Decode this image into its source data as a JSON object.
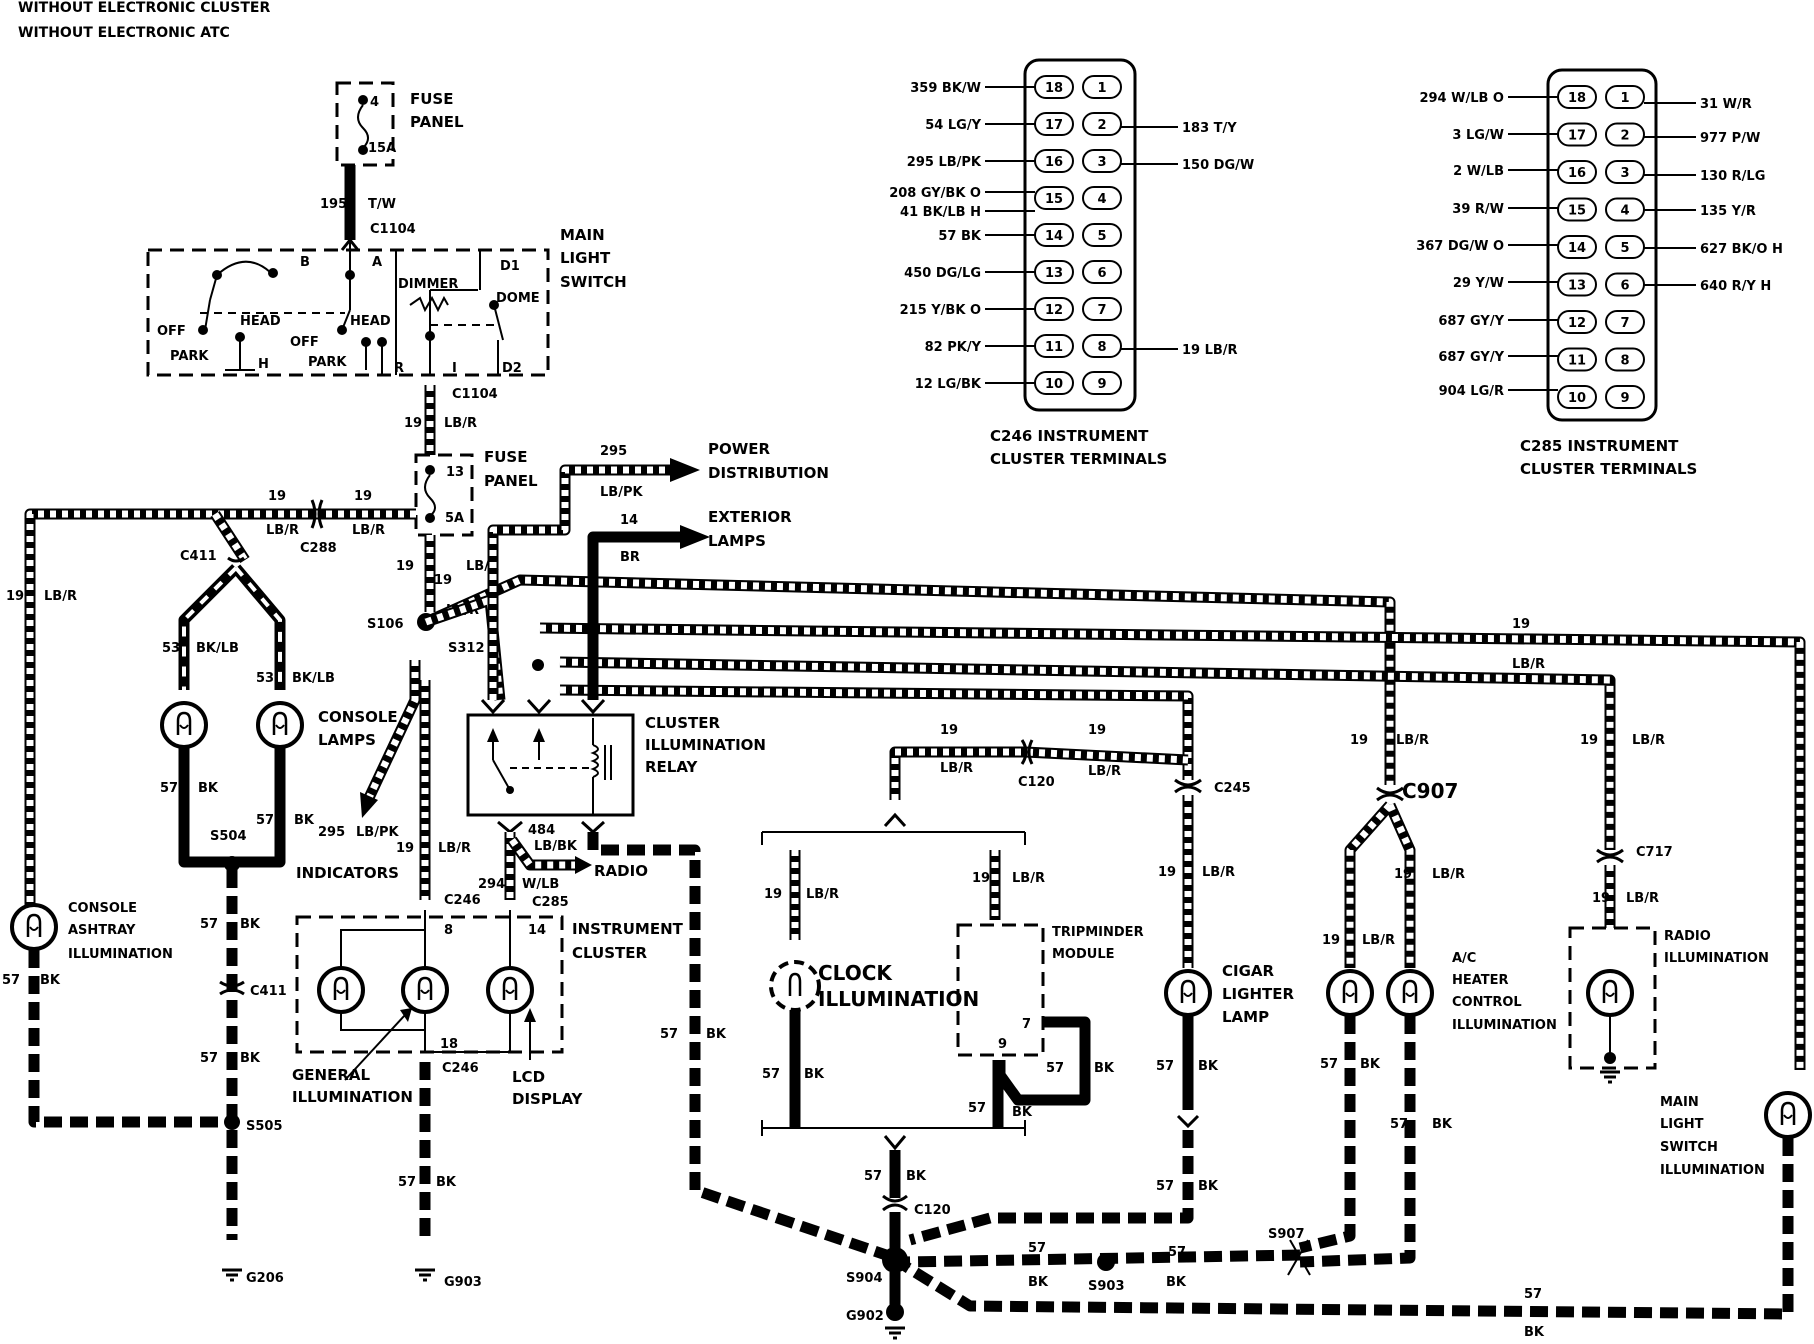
{
  "header": {
    "line1": "WITHOUT ELECTRONIC CLUSTER",
    "line2": "WITHOUT ELECTRONIC ATC"
  },
  "fuse_panel_top": {
    "title1": "FUSE",
    "title2": "PANEL",
    "number": "4",
    "rating": "15A"
  },
  "fuse_panel_mid": {
    "title1": "FUSE",
    "title2": "PANEL",
    "number": "13",
    "rating": "5A"
  },
  "main_light_switch": {
    "title1": "MAIN",
    "title2": "LIGHT",
    "title3": "SWITCH",
    "b": "B",
    "a": "A",
    "dimmer": "DIMMER",
    "d1": "D1",
    "dome": "DOME",
    "off1": "OFF",
    "head1": "HEAD",
    "park1": "PARK",
    "h": "H",
    "off2": "OFF",
    "head2": "HEAD",
    "park2": "PARK",
    "r": "R",
    "i": "I",
    "d2": "D2"
  },
  "connectors": {
    "c1104_top": "C1104",
    "c1104_bottom": "C1104",
    "c411_top": "C411",
    "c288": "C288",
    "s106": "S106",
    "s312": "S312",
    "s504": "S504",
    "c411_mid": "C411",
    "s505": "S505",
    "g206": "G206",
    "c246_top": "C246",
    "c285": "C285",
    "c246_bottom": "C246",
    "g903": "G903",
    "c120_top": "C120",
    "c245": "C245",
    "c907": "C907",
    "c717": "C717",
    "c120_bottom": "C120",
    "s904": "S904",
    "g902": "G902",
    "s903": "S903",
    "s907": "S907"
  },
  "components": {
    "power_distribution1": "POWER",
    "power_distribution2": "DISTRIBUTION",
    "exterior_lamps1": "EXTERIOR",
    "exterior_lamps2": "LAMPS",
    "console_lamps1": "CONSOLE",
    "console_lamps2": "LAMPS",
    "relay1": "CLUSTER",
    "relay2": "ILLUMINATION",
    "relay3": "RELAY",
    "indicators": "INDICATORS",
    "radio": "RADIO",
    "ashtray1": "CONSOLE",
    "ashtray2": "ASHTRAY",
    "ashtray3": "ILLUMINATION",
    "instrument_cluster1": "INSTRUMENT",
    "instrument_cluster2": "CLUSTER",
    "general1": "GENERAL",
    "general2": "ILLUMINATION",
    "lcd1": "LCD",
    "lcd2": "DISPLAY",
    "clock1": "CLOCK",
    "clock2": "ILLUMINATION",
    "tripminder1": "TRIPMINDER",
    "tripminder2": "MODULE",
    "cigar1": "CIGAR",
    "cigar2": "LIGHTER",
    "cigar3": "LAMP",
    "ac1": "A/C",
    "ac2": "HEATER",
    "ac3": "CONTROL",
    "ac4": "ILLUMINATION",
    "radio_illum1": "RADIO",
    "radio_illum2": "ILLUMINATION",
    "mls_illum1": "MAIN",
    "mls_illum2": "LIGHT",
    "mls_illum3": "SWITCH",
    "mls_illum4": "ILLUMINATION"
  },
  "wires": {
    "w195": "195",
    "tw": "T/W",
    "n19": "19",
    "lbr": "LB/R",
    "n295": "295",
    "lbpk": "LB/PK",
    "n14": "14",
    "br": "BR",
    "n53": "53",
    "bklb": "BK/LB",
    "n57": "57",
    "bk": "BK",
    "n484": "484",
    "lbbk": "LB/BK",
    "n294": "294",
    "wlb": "W/LB",
    "pin8": "8",
    "pin14": "14",
    "pin18": "18",
    "pin7": "7",
    "pin9": "9"
  },
  "c246_terminals": {
    "title1": "C246 INSTRUMENT",
    "title2": "CLUSTER TERMINALS",
    "left": [
      "359 BK/W",
      "54 LG/Y",
      "295 LB/PK",
      "208 GY/BK O",
      "41 BK/LB H",
      "57 BK",
      "450 DG/LG",
      "215 Y/BK O",
      "82 PK/Y",
      "12 LG/BK"
    ],
    "right": [
      "183 T/Y",
      "150 DG/W",
      "19 LB/R"
    ],
    "pins_left": [
      "18",
      "17",
      "16",
      "15",
      "14",
      "13",
      "12",
      "11",
      "10"
    ],
    "pins_right": [
      "1",
      "2",
      "3",
      "4",
      "5",
      "6",
      "7",
      "8",
      "9"
    ]
  },
  "c285_terminals": {
    "title1": "C285 INSTRUMENT",
    "title2": "CLUSTER TERMINALS",
    "left": [
      "294 W/LB O",
      "3 LG/W",
      "2 W/LB",
      "39 R/W",
      "367 DG/W O",
      "29 Y/W",
      "687 GY/Y",
      "687 GY/Y",
      "904 LG/R"
    ],
    "right": [
      "31 W/R",
      "977 P/W",
      "130 R/LG",
      "135 Y/R",
      "627 BK/O H",
      "640 R/Y H"
    ],
    "pins_left": [
      "18",
      "17",
      "16",
      "15",
      "14",
      "13",
      "12",
      "11",
      "10"
    ],
    "pins_right": [
      "1",
      "2",
      "3",
      "4",
      "5",
      "6",
      "7",
      "8",
      "9"
    ]
  }
}
